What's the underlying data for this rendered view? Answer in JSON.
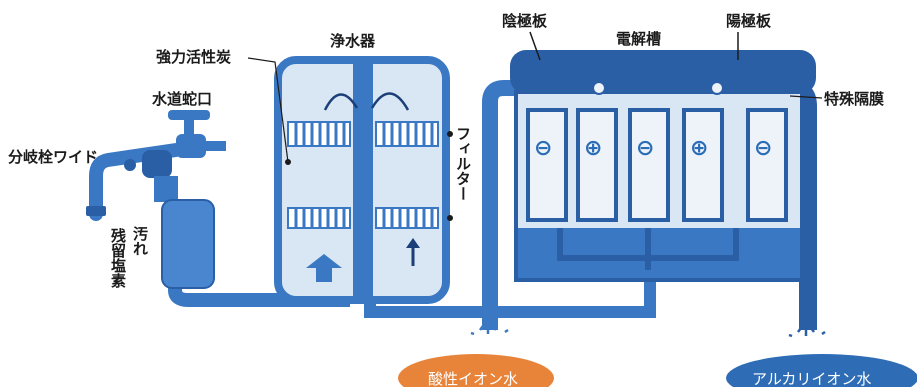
{
  "labels": {
    "purifier": "浄水器",
    "activated_carbon": "強力活性炭",
    "faucet": "水道蛇口",
    "diverter": "分岐栓ワイド",
    "dirt": "汚れ",
    "residual_chlorine": "残留塩素",
    "filter": "フィルター",
    "cathode_plate": "陰極板",
    "anode_plate": "陽極板",
    "electrolytic_cell": "電解槽",
    "special_membrane": "特殊隔膜",
    "acidic_water": "酸性イオン水",
    "alkaline_water": "アルカリイオン水"
  },
  "electrode_signs": [
    "⊖",
    "⊕",
    "⊖",
    "⊕",
    "⊖"
  ],
  "colors": {
    "pipe": "#3a78c4",
    "pipe_dark": "#2a5fa6",
    "tank_light": "#d9e6f4",
    "plate": "#eef3fa",
    "acid_pill": "#e8843a",
    "alkaline_pill": "#2e6db5"
  }
}
